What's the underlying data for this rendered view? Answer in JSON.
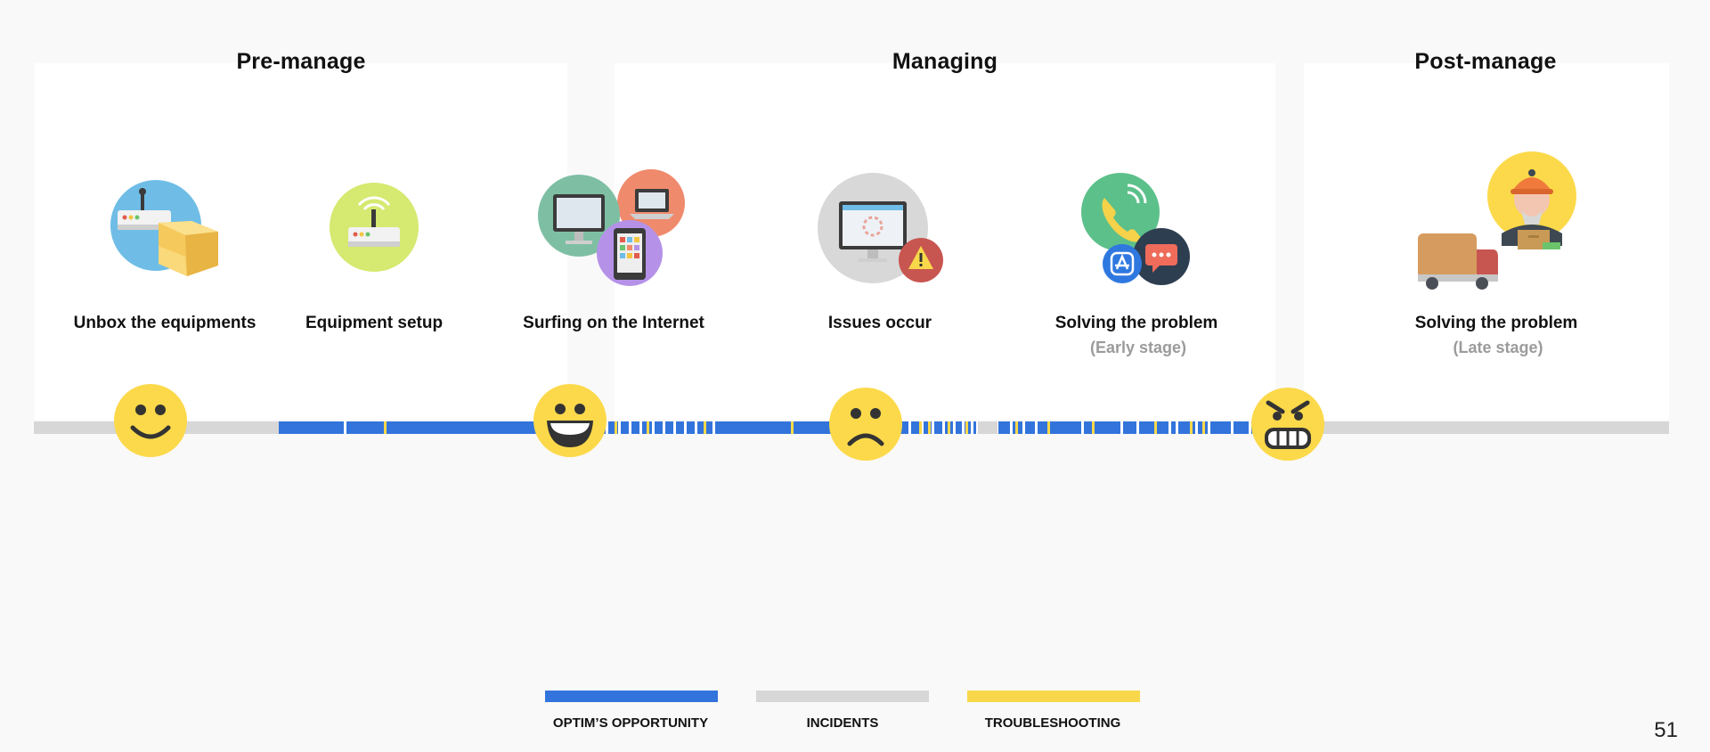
{
  "phases": [
    {
      "title": "Pre-manage"
    },
    {
      "title": "Managing"
    },
    {
      "title": "Post-manage"
    }
  ],
  "stages": [
    {
      "label": "Unbox the equipments",
      "sublabel": "",
      "icon": "router-box-icon"
    },
    {
      "label": "Equipment setup",
      "sublabel": "",
      "icon": "wifi-router-icon"
    },
    {
      "label": "Surfing on the Internet",
      "sublabel": "",
      "icon": "devices-icon"
    },
    {
      "label": "Issues occur",
      "sublabel": "",
      "icon": "monitor-warning-icon"
    },
    {
      "label": "Solving the problem",
      "sublabel": "(Early stage)",
      "icon": "support-contact-icon"
    },
    {
      "label": "Solving the problem",
      "sublabel": "(Late stage)",
      "icon": "technician-truck-icon"
    }
  ],
  "emotions": [
    {
      "mood": "smile",
      "icon": "smile-face-icon"
    },
    {
      "mood": "grin",
      "icon": "grin-face-icon"
    },
    {
      "mood": "frown",
      "icon": "frown-face-icon"
    },
    {
      "mood": "angry",
      "icon": "angry-face-icon"
    }
  ],
  "legend": [
    {
      "label": "OPTIM’S OPPORTUNITY",
      "color": "#3274dc"
    },
    {
      "label": "INCIDENTS",
      "color": "#d7d7d7"
    },
    {
      "label": "TROUBLESHOOTING",
      "color": "#f8d84a"
    }
  ],
  "colors": {
    "opportunity": "#3274dc",
    "incidents": "#d7d7d7",
    "troubleshooting": "#f8d84a",
    "face": "#fcd94a"
  },
  "page_number": "51"
}
